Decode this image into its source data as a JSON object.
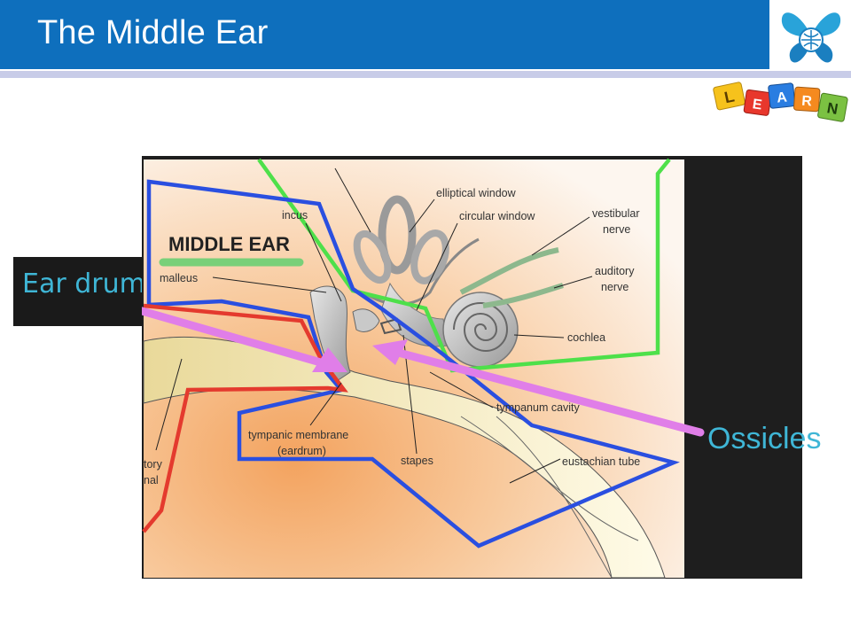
{
  "slide": {
    "title": "The Middle Ear",
    "logo_letters": [
      "L",
      "E",
      "A",
      "R",
      "N"
    ]
  },
  "diagram": {
    "heading": "MIDDLE EAR",
    "labels": {
      "incus": "incus",
      "elliptical_window": "elliptical window",
      "circular_window": "circular window",
      "vestibular_nerve_1": "vestibular",
      "vestibular_nerve_2": "nerve",
      "malleus": "malleus",
      "auditory_nerve_1": "auditory",
      "auditory_nerve_2": "nerve",
      "cochlea": "cochlea",
      "tympanum_cavity": "tympanum cavity",
      "tympanic_membrane_1": "tympanic membrane",
      "tympanic_membrane_2": "(eardrum)",
      "stapes": "stapes",
      "eustachian_tube": "eustachian tube",
      "auditory_canal_1": "tory",
      "auditory_canal_2": "nal"
    }
  },
  "annotations": {
    "ear_drum": "Ear drum",
    "ossicles": "Ossicles"
  },
  "colors": {
    "title_bar": "#0e6fbd",
    "green_outline": "#4ee04a",
    "blue_outline": "#2a4fe0",
    "red_outline": "#e43a2e",
    "arrow_pink": "#e07ee8"
  }
}
